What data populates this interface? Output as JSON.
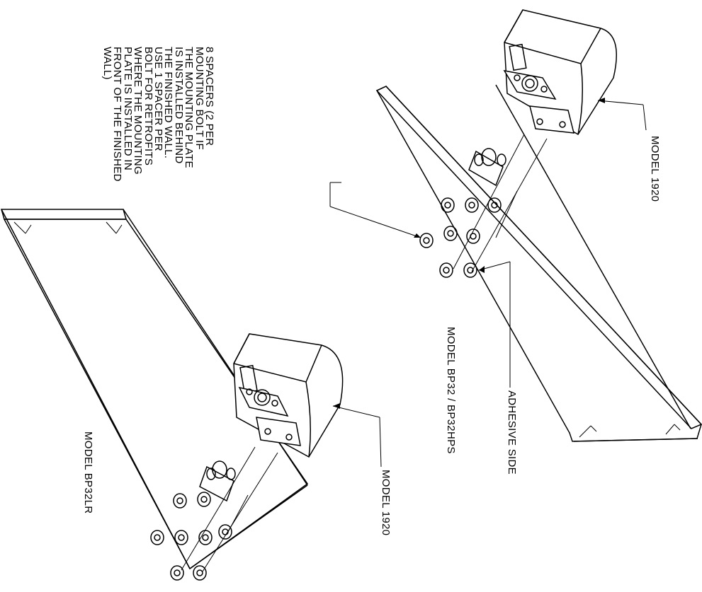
{
  "labels": {
    "spacers_note": "8 SPACERS (2 PER\nMOUNTING BOLT IF\nTHE MOUNTING PLATE\nIS INSTALLED BEHIND\nTHE FINISHED WALL.\nUSE 1 SPACER PER\nBOLT FOR RETROFITS\nWHERE THE MOUNTING\nPLATE IS INSTALLED IN\nFRONT OF THE FINISHED\nWALL)",
    "model_1920_top": "MODEL 1920",
    "model_bp32": "MODEL BP32 / BP32HPS",
    "adhesive_side": "ADHESIVE SIDE",
    "model_1920_bottom": "MODEL 1920",
    "model_bp32lr": "MODEL BP32LR"
  }
}
